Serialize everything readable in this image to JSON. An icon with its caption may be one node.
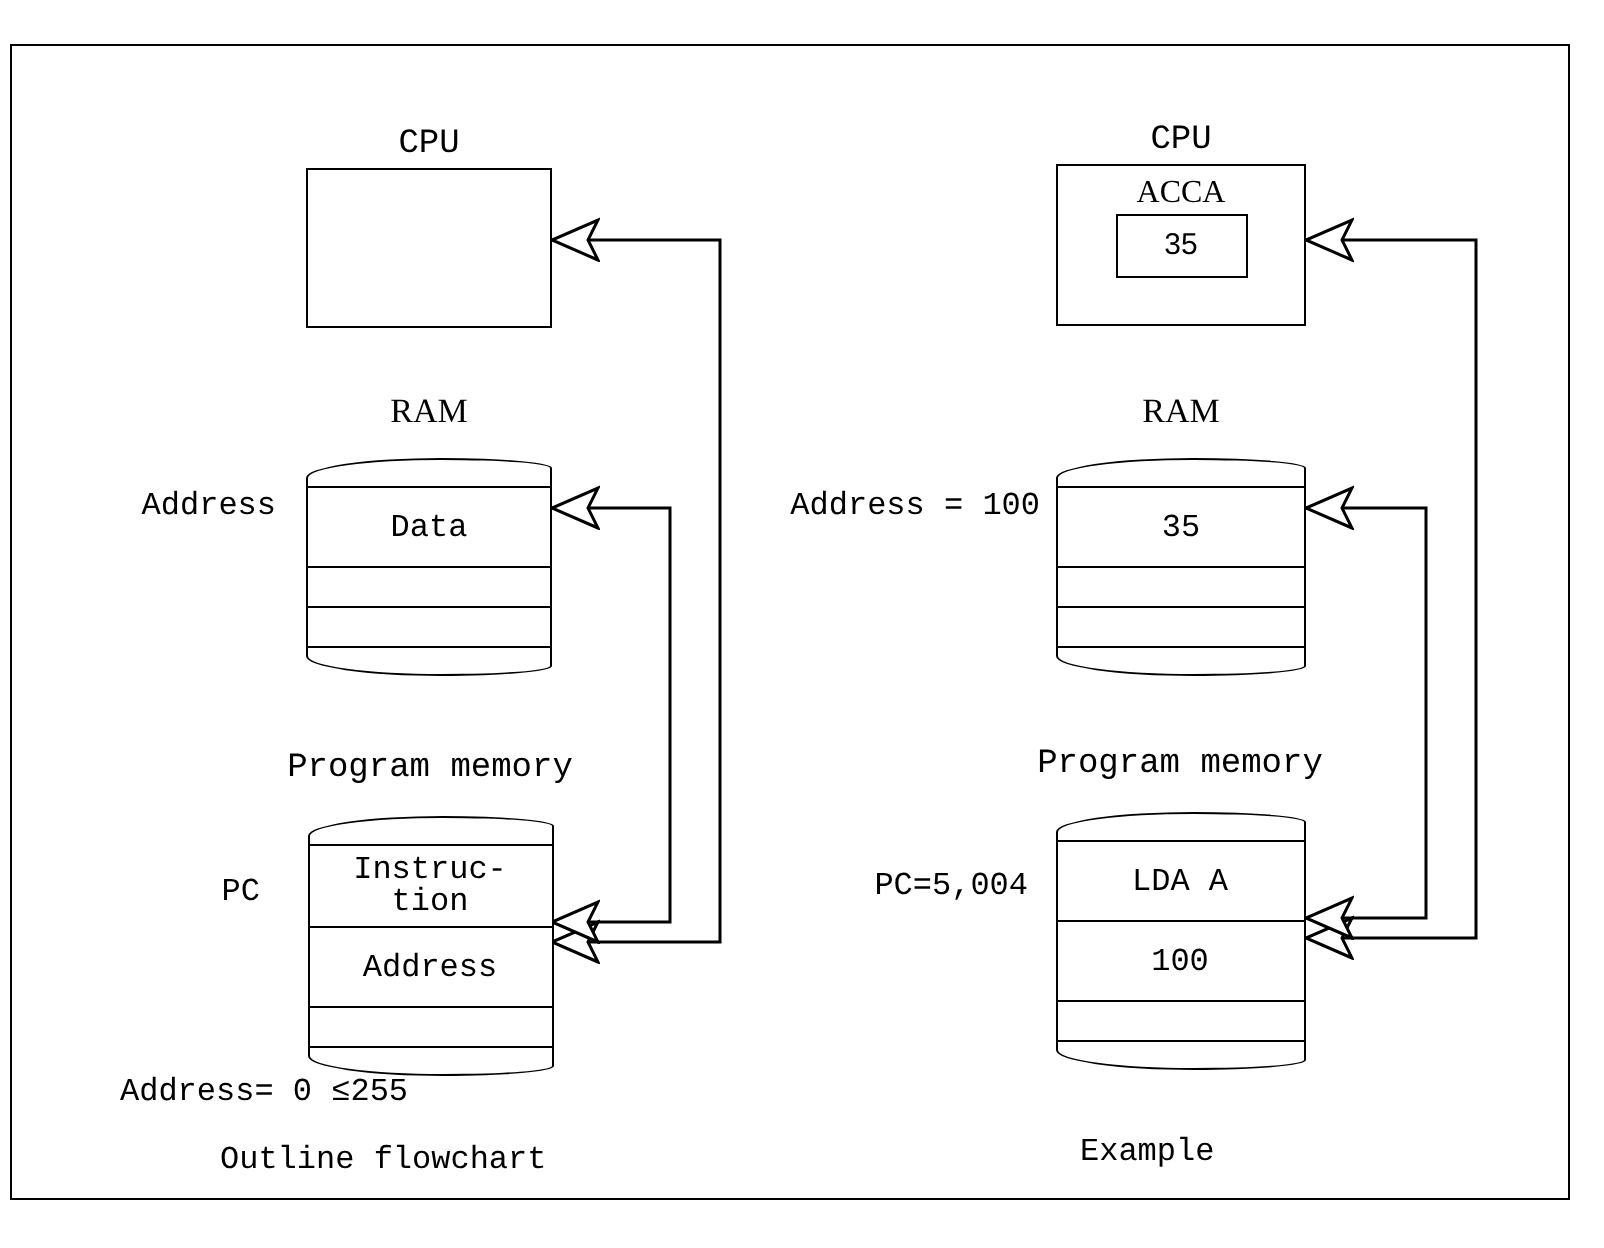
{
  "diagram": {
    "nodes": [
      {
        "text": [
          "CPU"
        ]
      },
      {
        "text": [
          "RAM"
        ]
      },
      {
        "text": [
          "Data"
        ],
        "in": 1,
        "beside": [
          "Address"
        ]
      },
      {
        "text": [
          "Program memory"
        ]
      },
      {
        "text": [
          "Instruc-tion"
        ],
        "in": 3,
        "beside": [
          "PC"
        ]
      },
      {
        "text": [
          "Address"
        ],
        "in": 3
      },
      {
        "text": [
          "CPU"
        ]
      },
      {
        "text": [
          "ACCA",
          "35"
        ],
        "in": 6
      },
      {
        "text": [
          "RAM"
        ]
      },
      {
        "text": [
          "35"
        ],
        "in": 8,
        "beside": [
          "Address = 100"
        ]
      },
      {
        "text": [
          "Program memory"
        ]
      },
      {
        "text": [
          "LDA A"
        ],
        "in": 10,
        "beside": [
          "PC=5,004"
        ]
      },
      {
        "text": [
          "100"
        ],
        "in": 10
      }
    ],
    "edges": [
      {
        "from": 4,
        "to": 0,
        "arrow": "both"
      },
      {
        "from": 4,
        "to": 2,
        "arrow": "both"
      },
      {
        "from": 11,
        "to": 6,
        "arrow": "both"
      },
      {
        "from": 11,
        "to": 9,
        "arrow": "both"
      }
    ],
    "labels": [
      "Address= 0 ≤255",
      "Outline flowchart",
      "Example"
    ]
  }
}
